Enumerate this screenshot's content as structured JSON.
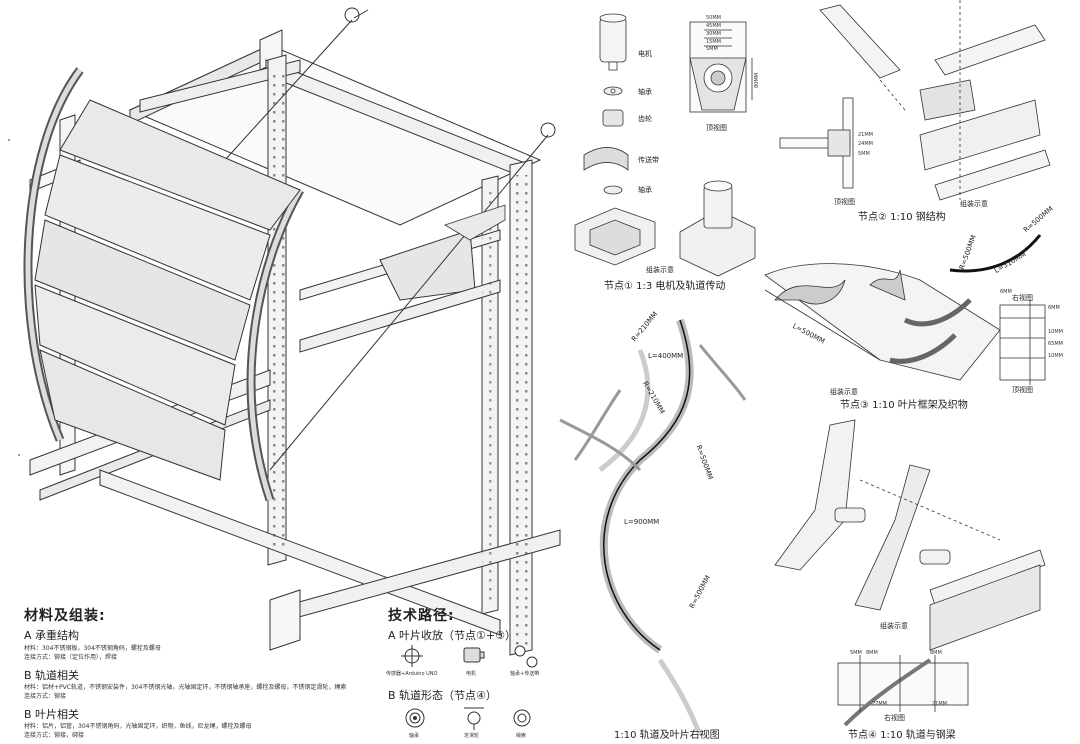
{
  "materials": {
    "heading": "材料及组装:",
    "a": {
      "title": "A 承重结构",
      "material": "材料：304不锈钢板，304不锈钢角码，螺栓及螺母",
      "connection": "连接方式：铆接（定位作用），焊接"
    },
    "b": {
      "title": "B 轨道相关",
      "material": "材料：铝材+PVC轨道，不锈钢安装件，304不锈钢光轴，光轴固定环，不锈钢轴承座，螺栓及螺母，不锈钢定滑轮，绳索",
      "connection": "连接方式：铆接"
    },
    "c": {
      "title": "B 叶片相关",
      "material": "材料：铝片，铝管，304不锈钢角码，光轴固定环，织物，鱼线，尼龙绳，螺栓及螺母",
      "connection": "连接方式：铆接，绑接"
    }
  },
  "tech": {
    "heading": "技术路径:",
    "a_title": "A 叶片收放（节点①+③）",
    "a_icons": [
      "传感器+Arduino UNO",
      "电机",
      "轴承+传送带"
    ],
    "b_title": "B 轨道形态（节点④）",
    "b_icons": [
      "轴承",
      "定滑轮",
      "绳索"
    ]
  },
  "node1": {
    "caption": "节点①    1:3 电机及轨道传动",
    "labels": [
      "电机",
      "轴承",
      "齿轮",
      "传送带",
      "轴承"
    ],
    "top_view": "顶视图",
    "assembly": "组装示意",
    "dims": [
      "50MM",
      "45MM",
      "30MM",
      "15MM",
      "5MM"
    ],
    "side_dim": "80MM"
  },
  "node2": {
    "caption": "节点②    1:10 钢结构",
    "top_view": "顶视图",
    "assembly": "组装示意",
    "dims": [
      "21MM",
      "24MM",
      "5MM"
    ]
  },
  "node3": {
    "caption": "节点③    1:10 叶片框架及织物",
    "assembly": "组装示意",
    "right_view": "右视图",
    "top_view": "顶视图",
    "r_top": "R=500MM",
    "r_mid": "R=500MM",
    "l_mid": "L=310MM",
    "l_fabric": "L=500MM",
    "w": "6MM",
    "right_dims": [
      "6MM",
      "10MM",
      "65MM",
      "10MM"
    ]
  },
  "track": {
    "caption": "1:10 轨道及叶片右视图",
    "r1": "R=210MM",
    "l1": "L=400MM",
    "r2": "R=210MM",
    "r3": "R=500MM",
    "l2": "L=900MM",
    "r4": "R=500MM"
  },
  "node4": {
    "caption": "节点④    1:10 轨道与钢梁",
    "assembly": "组装示意",
    "right_view": "右视图",
    "dims_top": [
      "5MM",
      "8MM",
      "8MM"
    ],
    "dims_bottom": [
      "27MM",
      "21MM"
    ]
  }
}
